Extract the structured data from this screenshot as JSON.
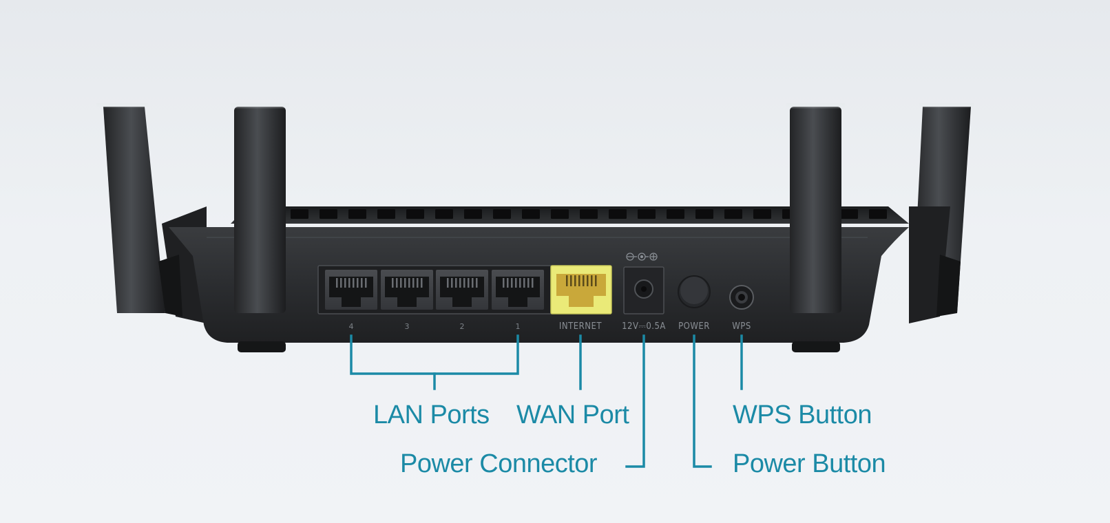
{
  "panel_labels": {
    "lan_ports": [
      "4",
      "3",
      "2",
      "1"
    ],
    "internet": "INTERNET",
    "power_rating": "12V⎓0.5A",
    "power": "POWER",
    "wps": "WPS"
  },
  "callouts": {
    "lan_ports": "LAN Ports",
    "wan_port": "WAN Port",
    "wps_button": "WPS Button",
    "power_connector": "Power Connector",
    "power_button": "Power Button"
  },
  "colors": {
    "accent": "#1b8aa6",
    "router_body": "#2b2d30",
    "wan_port": "#f0ef7a"
  },
  "icons": {
    "polarity": "dc-polarity-icon"
  }
}
